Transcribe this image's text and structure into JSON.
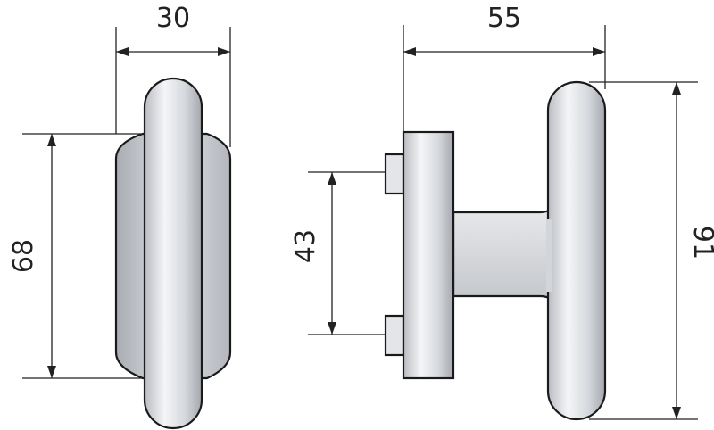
{
  "dimensions": {
    "front_width": "30",
    "front_height": "68",
    "side_depth": "55",
    "side_height": "91",
    "screw_spacing": "43"
  },
  "colors": {
    "line": "#1a1a1a",
    "metal_light": "#f2f3f5",
    "metal_mid": "#c9ccd1",
    "metal_dark": "#9ea2a8"
  }
}
